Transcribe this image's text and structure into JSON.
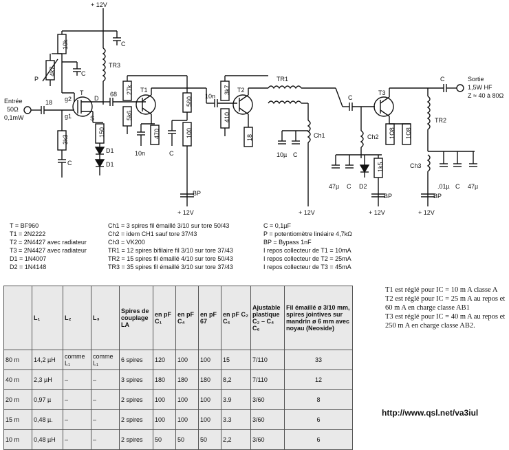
{
  "schematic": {
    "supply_top": "+ 12V",
    "input_label": "Entrée",
    "input_impedance": "50Ω",
    "input_power": "0,1mW",
    "output_label": "Sortie",
    "output_power": "1,5W HF",
    "output_impedance": "Z ≈ 40 à 80Ω",
    "component_labels": {
      "r10k": "10k",
      "r4k7": "4k7",
      "p_label": "P",
      "c_top": "C",
      "c_g2": "C",
      "tr3": "TR3",
      "t": "T",
      "g2": "g2",
      "g1": "g1",
      "d": "D",
      "s": "S",
      "c18": "18",
      "c68": "68",
      "r3k3": "3k3",
      "c_src": "C",
      "r150": "150",
      "d1a": "D1",
      "d1b": "D1",
      "r27k": "27k",
      "r5k6": "5k6",
      "t1": "T1",
      "r470": "470",
      "c10n_a": "10n",
      "r560": "560",
      "r100": "100",
      "c_t1": "C",
      "c10n_b": "10n",
      "bp1": "BP",
      "v12_1": "+ 12V",
      "r3k7": "3k7",
      "t2": "T2",
      "r410": "410",
      "r18": "18",
      "tr1": "TR1",
      "ch1": "Ch1",
      "c10u": "10µ",
      "c_t2": "C",
      "v12_2": "+ 12V",
      "c_series": "C",
      "t3": "T3",
      "ch2": "Ch2",
      "r1o8a": "1Ω8",
      "r1o8b": "1Ω8",
      "c47u_a": "47µ",
      "c_a": "C",
      "d2": "D2",
      "r1k5": "1k5",
      "bp2": "BP",
      "v12_3": "+ 12V",
      "c_out": "C",
      "tr2": "TR2",
      "ch3": "Ch3",
      "c01u": ".01µ",
      "c_b": "C",
      "c47u_b": "47µ",
      "bp3": "BP",
      "v12_4": "+ 12V"
    }
  },
  "parts_col1": [
    "T = BF960",
    "T1 = 2N2222",
    "T2 = 2N4427 avec radiateur",
    "T3 = 2N4427 avec radiateur",
    "D1 = 1N4007",
    "D2 = 1N4148"
  ],
  "parts_col2": [
    "Ch1 = 3 spires fil émaillé 3/10 sur tore 50/43",
    "Ch2 = idem CH1 sauf tore 37/43",
    "Ch3 = VK200",
    "TR1 = 12 spires bifilaire fil 3/10 sur tore 37/43",
    "TR2 = 15 spires fil émaillé 4/10 sur tore 50/43",
    "TR3 = 35 spires fil émaillé 3/10 sur tore 37/43"
  ],
  "parts_col3": [
    "C = 0,1µF",
    "P = potentiomètre linéaire 4,7kΩ",
    "BP = Bypass 1nF",
    "I repos collecteur de T1 = 10mA",
    "I repos collecteur de T2 = 25mA",
    "I repos collecteur de T3 = 45mA"
  ],
  "notes": [
    "T1 est réglé pour IC = 10 m A classe A",
    "T2 est réglé pour IC = 25 m A au repos et 60 m A en charge classe AB1",
    "T3 est réglé pour IC = 40 m A au repos et 250 m A en charge classe AB2."
  ],
  "url": "http://www.qsl.net/va3iul",
  "table": {
    "headers": [
      "",
      "L₁",
      "L₂",
      "L₃",
      "Spires de couplage LA",
      "en pF C₁",
      "en pF C₄",
      "en pF 67",
      "en pF C₂ C₆",
      "Ajustable plastique C₂ – C₄ C₆",
      "Fil émaillé ø 3/10 mm, spires jointives sur mandrin ø 6 mm avec noyau (Neoside)"
    ],
    "rows": [
      [
        "80 m",
        "14,2 µH",
        "comme L₁",
        "comme L₁",
        "6 spires",
        "120",
        "100",
        "100",
        "15",
        "7/110",
        "33"
      ],
      [
        "40 m",
        "2,3 µH",
        "–",
        "–",
        "3 spires",
        "180",
        "180",
        "180",
        "8,2",
        "7/110",
        "12"
      ],
      [
        "20 m",
        "0,97 µ",
        "–",
        "–",
        "2 spires",
        "100",
        "100",
        "100",
        "3.9",
        "3/60",
        "8"
      ],
      [
        "15 m",
        "0,48 µ.",
        "–",
        "–",
        "2 spires",
        "100",
        "100",
        "100",
        "3.3",
        "3/60",
        "6"
      ],
      [
        "10 m",
        "0,48 µH",
        "–",
        "–",
        "2 spires",
        "50",
        "50",
        "50",
        "2,2",
        "3/60",
        "6"
      ]
    ]
  }
}
